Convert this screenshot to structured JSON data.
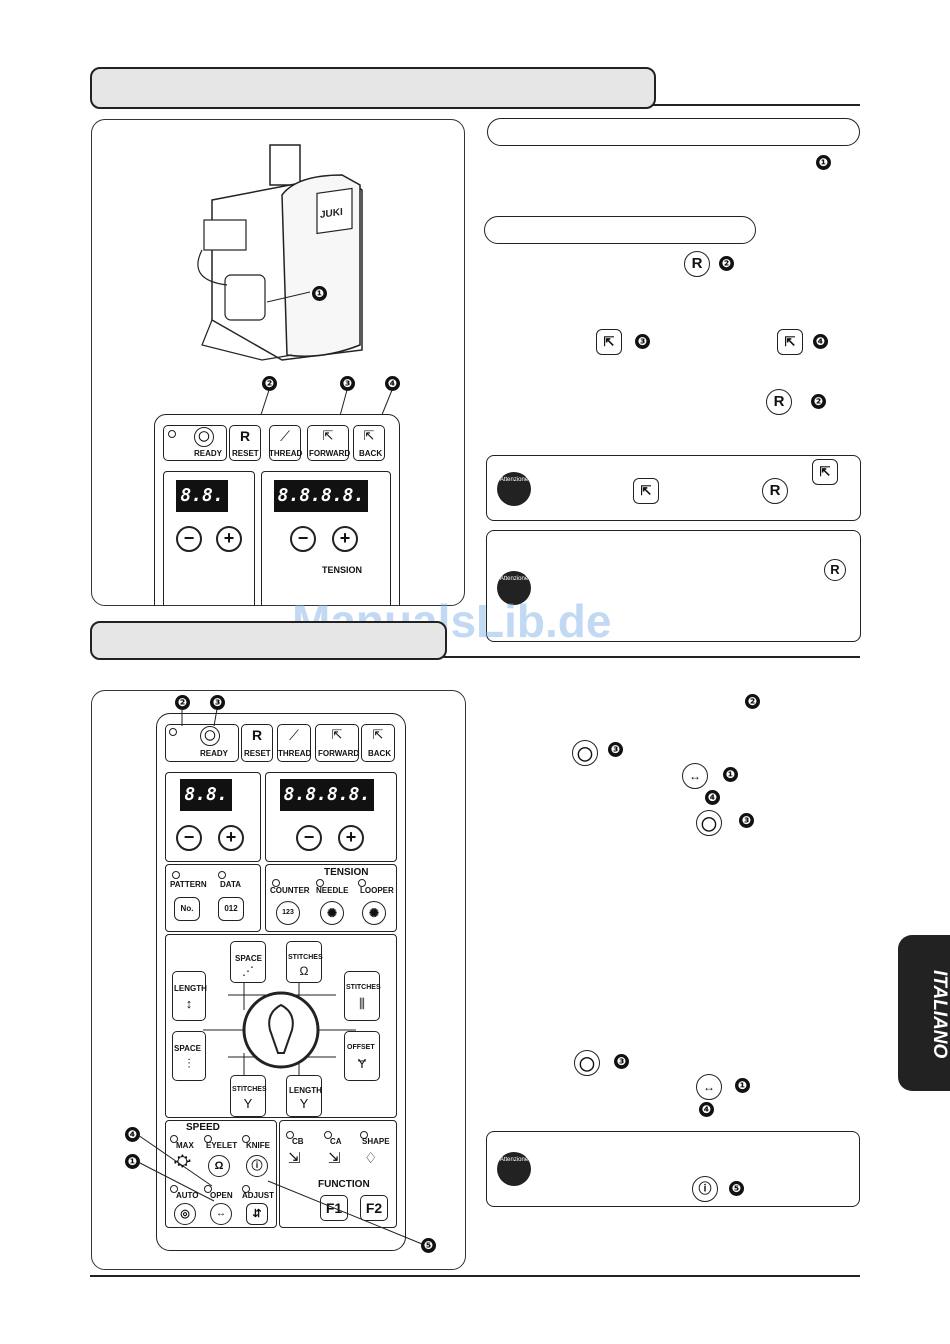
{
  "watermark": "ManualsLib.de",
  "side_tab": "ITALIANO",
  "callouts": [
    "❶",
    "❷",
    "❸",
    "❹",
    "❺"
  ],
  "attention_label": "Attenzione",
  "keys": {
    "reset_letter": "R",
    "ready": "READY",
    "reset": "RESET",
    "thread": "THREAD",
    "forward": "FORWARD",
    "back": "BACK",
    "tension": "TENSION",
    "pattern": "PATTERN",
    "data": "DATA",
    "counter": "COUNTER",
    "needle": "NEEDLE",
    "looper": "LOOPER",
    "space": "SPACE",
    "stitches": "STITCHES",
    "length": "LENGTH",
    "offset": "OFFSET",
    "speed": "SPEED",
    "max": "MAX",
    "eyelet": "EYELET",
    "knife": "KNIFE",
    "cb": "CB",
    "ca": "CA",
    "shape": "SHAPE",
    "function": "FUNCTION",
    "auto": "AUTO",
    "open": "OPEN",
    "adjust": "ADJUST",
    "f1": "F1",
    "f2": "F2",
    "no": "No.",
    "data_icon": "012",
    "counter_icon": "123"
  },
  "display": {
    "small": "8.8.",
    "large": "8.8.8.8."
  },
  "machine_brand": "JUKI"
}
